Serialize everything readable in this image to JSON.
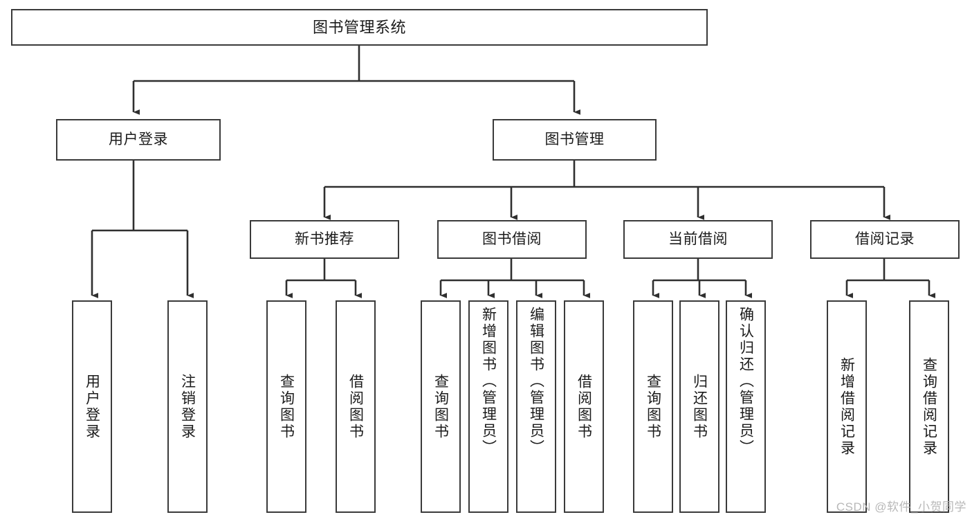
{
  "diagram": {
    "title": "图书管理系统",
    "type": "tree-hierarchy",
    "watermark": "CSDN @软件_小贺同学",
    "colors": {
      "stroke": "#3a3a3a",
      "fill": "#ffffff",
      "text": "#1b1b1b",
      "watermark": "#b8b8b8"
    },
    "nodes": {
      "root": {
        "label": "图书管理系统"
      },
      "level2": [
        {
          "id": "user-login",
          "label": "用户登录"
        },
        {
          "id": "book-manage",
          "label": "图书管理"
        }
      ],
      "level3": [
        {
          "id": "new-book-recommend",
          "label": "新书推荐"
        },
        {
          "id": "book-borrow",
          "label": "图书借阅"
        },
        {
          "id": "current-borrow",
          "label": "当前借阅"
        },
        {
          "id": "borrow-record",
          "label": "借阅记录"
        }
      ],
      "leaves": {
        "user_login": [
          {
            "id": "leaf-user-login",
            "label": "用户登录"
          },
          {
            "id": "leaf-logout-login",
            "label": "注销登录"
          }
        ],
        "new_book_recommend": [
          {
            "id": "leaf-query-book-1",
            "label": "查询图书"
          },
          {
            "id": "leaf-borrow-book-1",
            "label": "借阅图书"
          }
        ],
        "book_borrow": [
          {
            "id": "leaf-query-book-2",
            "label": "查询图书"
          },
          {
            "id": "leaf-add-book",
            "label": "新增图书（管理员）"
          },
          {
            "id": "leaf-edit-book",
            "label": "编辑图书（管理员）"
          },
          {
            "id": "leaf-borrow-book-2",
            "label": "借阅图书"
          }
        ],
        "current_borrow": [
          {
            "id": "leaf-query-book-3",
            "label": "查询图书"
          },
          {
            "id": "leaf-return-book",
            "label": "归还图书"
          },
          {
            "id": "leaf-confirm-return",
            "label": "确认归还（管理员）"
          }
        ],
        "borrow_record": [
          {
            "id": "leaf-add-borrow-record",
            "label": "新增借阅记录"
          },
          {
            "id": "leaf-query-borrow-record",
            "label": "查询借阅记录"
          }
        ]
      }
    }
  }
}
